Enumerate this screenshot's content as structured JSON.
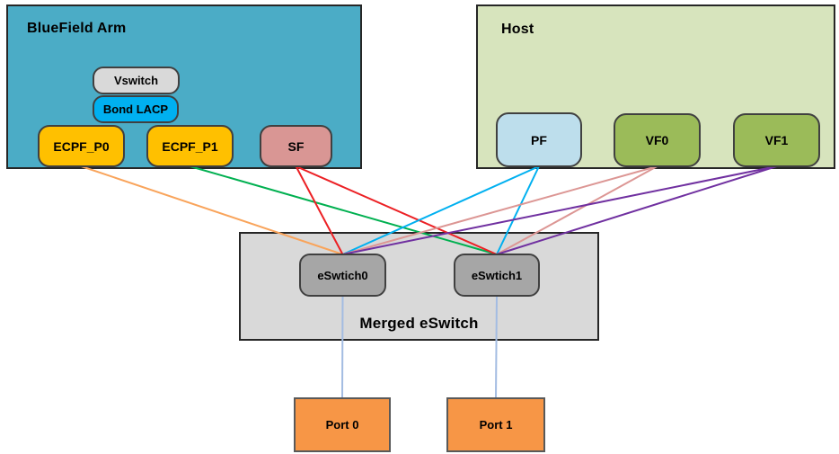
{
  "diagram": {
    "bluefield": {
      "title": "BlueField Arm",
      "nodes": {
        "vswitch": "Vswitch",
        "bond": "Bond LACP",
        "ecpf_p0": "ECPF_P0",
        "ecpf_p1": "ECPF_P1",
        "sf": "SF"
      }
    },
    "host": {
      "title": "Host",
      "nodes": {
        "pf": "PF",
        "vf0": "VF0",
        "vf1": "VF1"
      }
    },
    "merged_eswitch": {
      "title": "Merged eSwitch",
      "nodes": {
        "eswitch0": "eSwtich0",
        "eswitch1": "eSwtich1"
      }
    },
    "ports": {
      "port0": "Port 0",
      "port1": "Port 1"
    }
  },
  "colors": {
    "bluefield_fill": "#4BACC6",
    "host_fill": "#D7E4BD",
    "merged_fill": "#D9D9D9",
    "vswitch_fill": "#D9D9D9",
    "bond_fill": "#00B0F0",
    "ecpf_fill": "#FFC000",
    "sf_fill": "#D99694",
    "pf_fill": "#BDDEEC",
    "vf_fill": "#9BBB59",
    "eswitch_fill": "#A6A6A6",
    "port_fill": "#F79646",
    "edge_orange": "#F9A45B",
    "edge_green": "#00B050",
    "edge_red": "#EC2024",
    "edge_cyan": "#00B0F0",
    "edge_salmon": "#DC9694",
    "edge_purple": "#7030A0",
    "edge_portlink": "#A3BCE2"
  },
  "edges": [
    {
      "from": "ecpf_p0",
      "to": "eswitch0",
      "color": "#F9A45B"
    },
    {
      "from": "ecpf_p1",
      "to": "eswitch1",
      "color": "#00B050"
    },
    {
      "from": "sf",
      "to": "eswitch0",
      "color": "#EC2024"
    },
    {
      "from": "sf",
      "to": "eswitch1",
      "color": "#EC2024"
    },
    {
      "from": "pf",
      "to": "eswitch0",
      "color": "#00B0F0"
    },
    {
      "from": "pf",
      "to": "eswitch1",
      "color": "#00B0F0"
    },
    {
      "from": "vf0",
      "to": "eswitch0",
      "color": "#DC9694"
    },
    {
      "from": "vf0",
      "to": "eswitch1",
      "color": "#DC9694"
    },
    {
      "from": "vf1",
      "to": "eswitch0",
      "color": "#7030A0"
    },
    {
      "from": "vf1",
      "to": "eswitch1",
      "color": "#7030A0"
    },
    {
      "from": "eswitch0",
      "to": "port0",
      "color": "#A3BCE2"
    },
    {
      "from": "eswitch1",
      "to": "port1",
      "color": "#A3BCE2"
    }
  ]
}
